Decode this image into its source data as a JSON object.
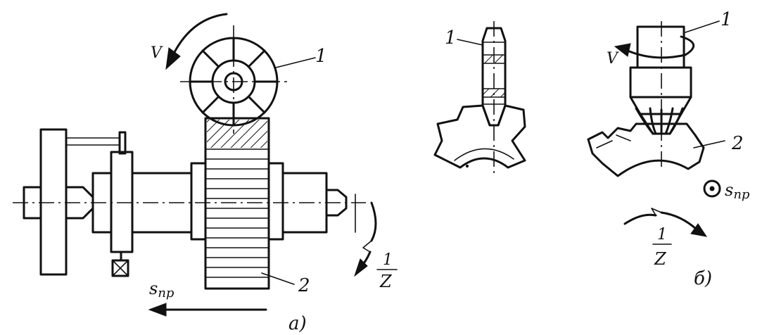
{
  "figure_a": {
    "cutter_number": "1",
    "gear_number": "2",
    "velocity_label": "V",
    "feed_label": "s",
    "feed_subscript": "пр",
    "index_numerator": "1",
    "index_denominator": "Z",
    "caption": "а)"
  },
  "figure_b": {
    "disc_cutter_number": "1",
    "finger_cutter_number": "1",
    "velocity_label": "V",
    "gear_number": "2",
    "feed_label": "s",
    "feed_subscript": "пр",
    "index_numerator": "1",
    "index_denominator": "Z",
    "caption": "б)"
  },
  "colors": {
    "ink": "#111111",
    "background": "#ffffff"
  }
}
